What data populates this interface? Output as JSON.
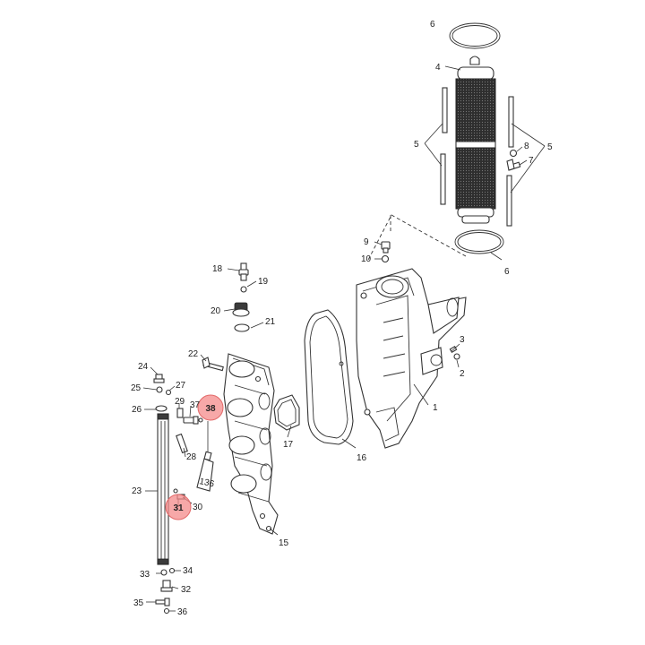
{
  "diagram": {
    "callouts": [
      {
        "id": "c1",
        "text": "1"
      },
      {
        "id": "c2",
        "text": "2"
      },
      {
        "id": "c3",
        "text": "3"
      },
      {
        "id": "c4",
        "text": "4"
      },
      {
        "id": "c5a",
        "text": "5"
      },
      {
        "id": "c5b",
        "text": "5"
      },
      {
        "id": "c6top",
        "text": "6"
      },
      {
        "id": "c6",
        "text": "6"
      },
      {
        "id": "c7",
        "text": "7"
      },
      {
        "id": "c8",
        "text": "8"
      },
      {
        "id": "c9",
        "text": "9"
      },
      {
        "id": "c10",
        "text": "10"
      },
      {
        "id": "c15",
        "text": "15"
      },
      {
        "id": "c16",
        "text": "16"
      },
      {
        "id": "c17",
        "text": "17"
      },
      {
        "id": "c18",
        "text": "18"
      },
      {
        "id": "c19",
        "text": "19"
      },
      {
        "id": "c20",
        "text": "20"
      },
      {
        "id": "c21",
        "text": "21"
      },
      {
        "id": "c22",
        "text": "22"
      },
      {
        "id": "c23",
        "text": "23"
      },
      {
        "id": "c24",
        "text": "24"
      },
      {
        "id": "c25",
        "text": "25"
      },
      {
        "id": "c26",
        "text": "26"
      },
      {
        "id": "c27",
        "text": "27"
      },
      {
        "id": "c28",
        "text": "28"
      },
      {
        "id": "c29",
        "text": "29"
      },
      {
        "id": "c30",
        "text": "30"
      },
      {
        "id": "c32",
        "text": "32"
      },
      {
        "id": "c33",
        "text": "33"
      },
      {
        "id": "c34",
        "text": "34"
      },
      {
        "id": "c35",
        "text": "35"
      },
      {
        "id": "c36",
        "text": "36"
      },
      {
        "id": "c37",
        "text": "37"
      }
    ],
    "highlighted": [
      {
        "id": "h38",
        "text": "38"
      },
      {
        "id": "h31",
        "text": "31"
      }
    ],
    "tube_label": "136",
    "colors": {
      "highlight": "#f48b8b",
      "line": "#333333",
      "mesh": "#2b2b2b"
    }
  }
}
